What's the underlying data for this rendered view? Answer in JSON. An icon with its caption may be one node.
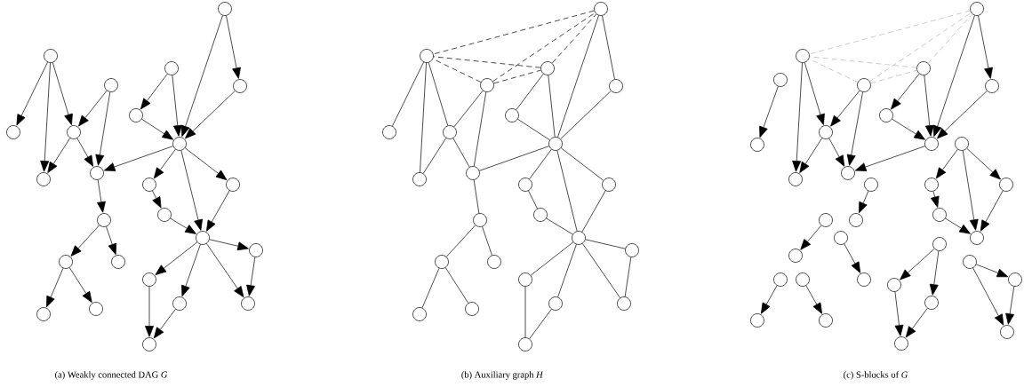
{
  "diagram": {
    "nodes": [
      {
        "text": [],
        "shape": "circle"
      },
      {
        "text": [],
        "shape": "circle"
      },
      {
        "text": [],
        "shape": "circle"
      },
      {
        "text": [],
        "shape": "circle"
      },
      {
        "text": [],
        "shape": "circle"
      },
      {
        "text": [],
        "shape": "circle"
      },
      {
        "text": [],
        "shape": "circle"
      },
      {
        "text": [],
        "shape": "circle"
      },
      {
        "text": [],
        "shape": "circle"
      },
      {
        "text": [],
        "shape": "circle"
      },
      {
        "text": [],
        "shape": "circle"
      },
      {
        "text": [],
        "shape": "circle"
      },
      {
        "text": [],
        "shape": "circle"
      },
      {
        "text": [],
        "shape": "circle"
      },
      {
        "text": [],
        "shape": "circle"
      },
      {
        "text": [],
        "shape": "circle"
      },
      {
        "text": [],
        "shape": "circle"
      },
      {
        "text": [],
        "shape": "circle"
      },
      {
        "text": [],
        "shape": "circle"
      },
      {
        "text": [],
        "shape": "circle"
      },
      {
        "text": [],
        "shape": "circle"
      },
      {
        "text": [],
        "shape": "circle"
      },
      {
        "text": [],
        "shape": "circle"
      },
      {
        "text": [],
        "shape": "circle"
      },
      {
        "text": [],
        "shape": "circle"
      },
      {
        "text": [],
        "shape": "circle"
      },
      {
        "text": [],
        "shape": "circle"
      },
      {
        "text": [],
        "shape": "circle"
      },
      {
        "text": [],
        "shape": "circle"
      },
      {
        "text": [],
        "shape": "circle"
      },
      {
        "text": [],
        "shape": "circle"
      },
      {
        "text": [],
        "shape": "circle"
      },
      {
        "text": [],
        "shape": "circle"
      },
      {
        "text": [],
        "shape": "circle"
      },
      {
        "text": [],
        "shape": "circle"
      },
      {
        "text": [],
        "shape": "circle"
      },
      {
        "text": [],
        "shape": "circle"
      },
      {
        "text": [],
        "shape": "circle"
      },
      {
        "text": [],
        "shape": "circle"
      },
      {
        "text": [],
        "shape": "circle"
      },
      {
        "text": [],
        "shape": "circle"
      },
      {
        "text": [],
        "shape": "circle"
      },
      {
        "text": [],
        "shape": "circle"
      },
      {
        "text": [],
        "shape": "circle"
      },
      {
        "text": [],
        "shape": "circle"
      },
      {
        "text": [],
        "shape": "circle"
      },
      {
        "text": [],
        "shape": "circle"
      },
      {
        "text": [],
        "shape": "circle"
      },
      {
        "text": [],
        "shape": "circle"
      },
      {
        "text": [],
        "shape": "circle"
      },
      {
        "text": [],
        "shape": "circle"
      },
      {
        "text": [],
        "shape": "circle"
      },
      {
        "text": [],
        "shape": "circle"
      },
      {
        "text": [],
        "shape": "circle"
      },
      {
        "text": [],
        "shape": "circle"
      },
      {
        "text": [],
        "shape": "circle"
      },
      {
        "text": [],
        "shape": "circle"
      },
      {
        "text": [],
        "shape": "circle"
      },
      {
        "text": [],
        "shape": "circle"
      },
      {
        "text": [],
        "shape": "circle"
      },
      {
        "text": [],
        "shape": "circle"
      },
      {
        "text": [],
        "shape": "circle"
      },
      {
        "text": [],
        "shape": "circle"
      },
      {
        "text": [],
        "shape": "circle"
      },
      {
        "text": [],
        "shape": "circle"
      },
      {
        "text": [],
        "shape": "circle"
      },
      {
        "text": [],
        "shape": "circle"
      },
      {
        "text": [],
        "shape": "circle"
      },
      {
        "text": [],
        "shape": "circle"
      },
      {
        "text": [],
        "shape": "circle"
      },
      {
        "text": [],
        "shape": "circle"
      },
      {
        "text": [],
        "shape": "circle"
      },
      {
        "text": [],
        "shape": "circle"
      },
      {
        "text": [],
        "shape": "circle"
      },
      {
        "text": [],
        "shape": "circle"
      },
      {
        "text": [],
        "shape": "circle"
      },
      {
        "text": [],
        "shape": "circle"
      },
      {
        "text": [],
        "shape": "circle"
      },
      {
        "text": [],
        "shape": "circle"
      },
      {
        "text": [],
        "shape": "circle"
      },
      {
        "text": [],
        "shape": "circle"
      },
      {
        "text": [],
        "shape": "circle"
      },
      {
        "text": [],
        "shape": "circle"
      },
      {
        "text": [],
        "shape": "circle"
      }
    ],
    "edges": [
      {
        "from": 0,
        "to": 1,
        "arrow": "to"
      },
      {
        "from": 0,
        "to": 2,
        "arrow": "to"
      },
      {
        "from": 0,
        "to": 3,
        "arrow": "to"
      },
      {
        "from": 4,
        "to": 3,
        "arrow": "to"
      },
      {
        "from": 4,
        "to": 5,
        "arrow": "to"
      },
      {
        "from": 3,
        "to": 2,
        "arrow": "to"
      },
      {
        "from": 3,
        "to": 5,
        "arrow": "to"
      },
      {
        "from": 10,
        "to": 5,
        "arrow": "to"
      },
      {
        "from": 6,
        "to": 7,
        "arrow": "to"
      },
      {
        "from": 6,
        "to": 10,
        "arrow": "to"
      },
      {
        "from": 7,
        "to": 10,
        "arrow": "to"
      },
      {
        "from": 8,
        "to": 10,
        "arrow": "to"
      },
      {
        "from": 8,
        "to": 9,
        "arrow": "to"
      },
      {
        "from": 9,
        "to": 10,
        "arrow": "to"
      },
      {
        "from": 10,
        "to": 11,
        "arrow": "to"
      },
      {
        "from": 10,
        "to": 12,
        "arrow": "to"
      },
      {
        "from": 10,
        "to": 14,
        "arrow": "to"
      },
      {
        "from": 11,
        "to": 13,
        "arrow": "to"
      },
      {
        "from": 13,
        "to": 14,
        "arrow": "to"
      },
      {
        "from": 12,
        "to": 14,
        "arrow": "to"
      },
      {
        "from": 5,
        "to": 15,
        "arrow": "to"
      },
      {
        "from": 15,
        "to": 16,
        "arrow": "to"
      },
      {
        "from": 15,
        "to": 17,
        "arrow": "to"
      },
      {
        "from": 16,
        "to": 18,
        "arrow": "to"
      },
      {
        "from": 16,
        "to": 19,
        "arrow": "to"
      },
      {
        "from": 14,
        "to": 20,
        "arrow": "to"
      },
      {
        "from": 14,
        "to": 21,
        "arrow": "to"
      },
      {
        "from": 14,
        "to": 22,
        "arrow": "to"
      },
      {
        "from": 14,
        "to": 23,
        "arrow": "to"
      },
      {
        "from": 20,
        "to": 23,
        "arrow": "to"
      },
      {
        "from": 21,
        "to": 24,
        "arrow": "to"
      },
      {
        "from": 22,
        "to": 24,
        "arrow": "to"
      },
      {
        "from": 25,
        "to": 26,
        "arrow": "none"
      },
      {
        "from": 25,
        "to": 27,
        "arrow": "none"
      },
      {
        "from": 25,
        "to": 28,
        "arrow": "none"
      },
      {
        "from": 29,
        "to": 28,
        "arrow": "none"
      },
      {
        "from": 29,
        "to": 30,
        "arrow": "none"
      },
      {
        "from": 28,
        "to": 27,
        "arrow": "none"
      },
      {
        "from": 28,
        "to": 30,
        "arrow": "none"
      },
      {
        "from": 35,
        "to": 30,
        "arrow": "none"
      },
      {
        "from": 31,
        "to": 32,
        "arrow": "none"
      },
      {
        "from": 31,
        "to": 35,
        "arrow": "none"
      },
      {
        "from": 32,
        "to": 35,
        "arrow": "none"
      },
      {
        "from": 33,
        "to": 35,
        "arrow": "none"
      },
      {
        "from": 33,
        "to": 34,
        "arrow": "none"
      },
      {
        "from": 34,
        "to": 35,
        "arrow": "none"
      },
      {
        "from": 35,
        "to": 36,
        "arrow": "none"
      },
      {
        "from": 35,
        "to": 37,
        "arrow": "none"
      },
      {
        "from": 35,
        "to": 39,
        "arrow": "none"
      },
      {
        "from": 36,
        "to": 38,
        "arrow": "none"
      },
      {
        "from": 38,
        "to": 39,
        "arrow": "none"
      },
      {
        "from": 37,
        "to": 39,
        "arrow": "none"
      },
      {
        "from": 30,
        "to": 40,
        "arrow": "none"
      },
      {
        "from": 40,
        "to": 41,
        "arrow": "none"
      },
      {
        "from": 40,
        "to": 42,
        "arrow": "none"
      },
      {
        "from": 41,
        "to": 43,
        "arrow": "none"
      },
      {
        "from": 41,
        "to": 44,
        "arrow": "none"
      },
      {
        "from": 39,
        "to": 45,
        "arrow": "none"
      },
      {
        "from": 39,
        "to": 46,
        "arrow": "none"
      },
      {
        "from": 39,
        "to": 47,
        "arrow": "none"
      },
      {
        "from": 39,
        "to": 48,
        "arrow": "none"
      },
      {
        "from": 45,
        "to": 48,
        "arrow": "none"
      },
      {
        "from": 46,
        "to": 49,
        "arrow": "none"
      },
      {
        "from": 47,
        "to": 49,
        "arrow": "none"
      },
      {
        "from": 33,
        "to": 25,
        "arrow": "none",
        "style": "dashed"
      },
      {
        "from": 31,
        "to": 25,
        "arrow": "none",
        "style": "dashed"
      },
      {
        "from": 29,
        "to": 25,
        "arrow": "none",
        "style": "dashed"
      },
      {
        "from": 29,
        "to": 31,
        "arrow": "none",
        "style": "dashed"
      },
      {
        "from": 29,
        "to": 33,
        "arrow": "none",
        "style": "dashed"
      },
      {
        "from": 31,
        "to": 33,
        "arrow": "none",
        "style": "dashed"
      },
      {
        "from": 50,
        "to": 53,
        "arrow": "to"
      },
      {
        "from": 50,
        "to": 54,
        "arrow": "to"
      },
      {
        "from": 55,
        "to": 54,
        "arrow": "to"
      },
      {
        "from": 55,
        "to": 56,
        "arrow": "to"
      },
      {
        "from": 54,
        "to": 53,
        "arrow": "to"
      },
      {
        "from": 54,
        "to": 56,
        "arrow": "to"
      },
      {
        "from": 61,
        "to": 56,
        "arrow": "to"
      },
      {
        "from": 57,
        "to": 58,
        "arrow": "to"
      },
      {
        "from": 57,
        "to": 61,
        "arrow": "to"
      },
      {
        "from": 58,
        "to": 61,
        "arrow": "to"
      },
      {
        "from": 59,
        "to": 61,
        "arrow": "to"
      },
      {
        "from": 59,
        "to": 60,
        "arrow": "to"
      },
      {
        "from": 60,
        "to": 61,
        "arrow": "to"
      },
      {
        "from": 51,
        "to": 52,
        "arrow": "to"
      },
      {
        "from": 62,
        "to": 63,
        "arrow": "to"
      },
      {
        "from": 62,
        "to": 64,
        "arrow": "to"
      },
      {
        "from": 62,
        "to": 66,
        "arrow": "to"
      },
      {
        "from": 63,
        "to": 65,
        "arrow": "to"
      },
      {
        "from": 65,
        "to": 66,
        "arrow": "to"
      },
      {
        "from": 64,
        "to": 66,
        "arrow": "to"
      },
      {
        "from": 67,
        "to": 68,
        "arrow": "to"
      },
      {
        "from": 69,
        "to": 70,
        "arrow": "to"
      },
      {
        "from": 71,
        "to": 72,
        "arrow": "to"
      },
      {
        "from": 73,
        "to": 74,
        "arrow": "to"
      },
      {
        "from": 75,
        "to": 76,
        "arrow": "to"
      },
      {
        "from": 77,
        "to": 78,
        "arrow": "to"
      },
      {
        "from": 77,
        "to": 79,
        "arrow": "to"
      },
      {
        "from": 78,
        "to": 80,
        "arrow": "to"
      },
      {
        "from": 79,
        "to": 80,
        "arrow": "to"
      },
      {
        "from": 81,
        "to": 82,
        "arrow": "to"
      },
      {
        "from": 81,
        "to": 83,
        "arrow": "to"
      },
      {
        "from": 82,
        "to": 83,
        "arrow": "to"
      },
      {
        "from": 59,
        "to": 50,
        "arrow": "none",
        "style": "dashed",
        "color": "#b4b4b4"
      },
      {
        "from": 57,
        "to": 50,
        "arrow": "none",
        "style": "dashed",
        "color": "#b4b4b4"
      },
      {
        "from": 55,
        "to": 50,
        "arrow": "none",
        "style": "dashed",
        "color": "#b4b4b4"
      },
      {
        "from": 55,
        "to": 57,
        "arrow": "none",
        "style": "dashed",
        "color": "#b4b4b4"
      },
      {
        "from": 55,
        "to": 59,
        "arrow": "none",
        "style": "dashed",
        "color": "#b4b4b4"
      },
      {
        "from": 57,
        "to": 59,
        "arrow": "none",
        "style": "dashed",
        "color": "#b4b4b4"
      }
    ],
    "labels": [
      "(a) Weakly connected DAG *G*",
      "(b) Auxiliary graph *H*",
      "(c) S-blocks of *G*"
    ]
  }
}
